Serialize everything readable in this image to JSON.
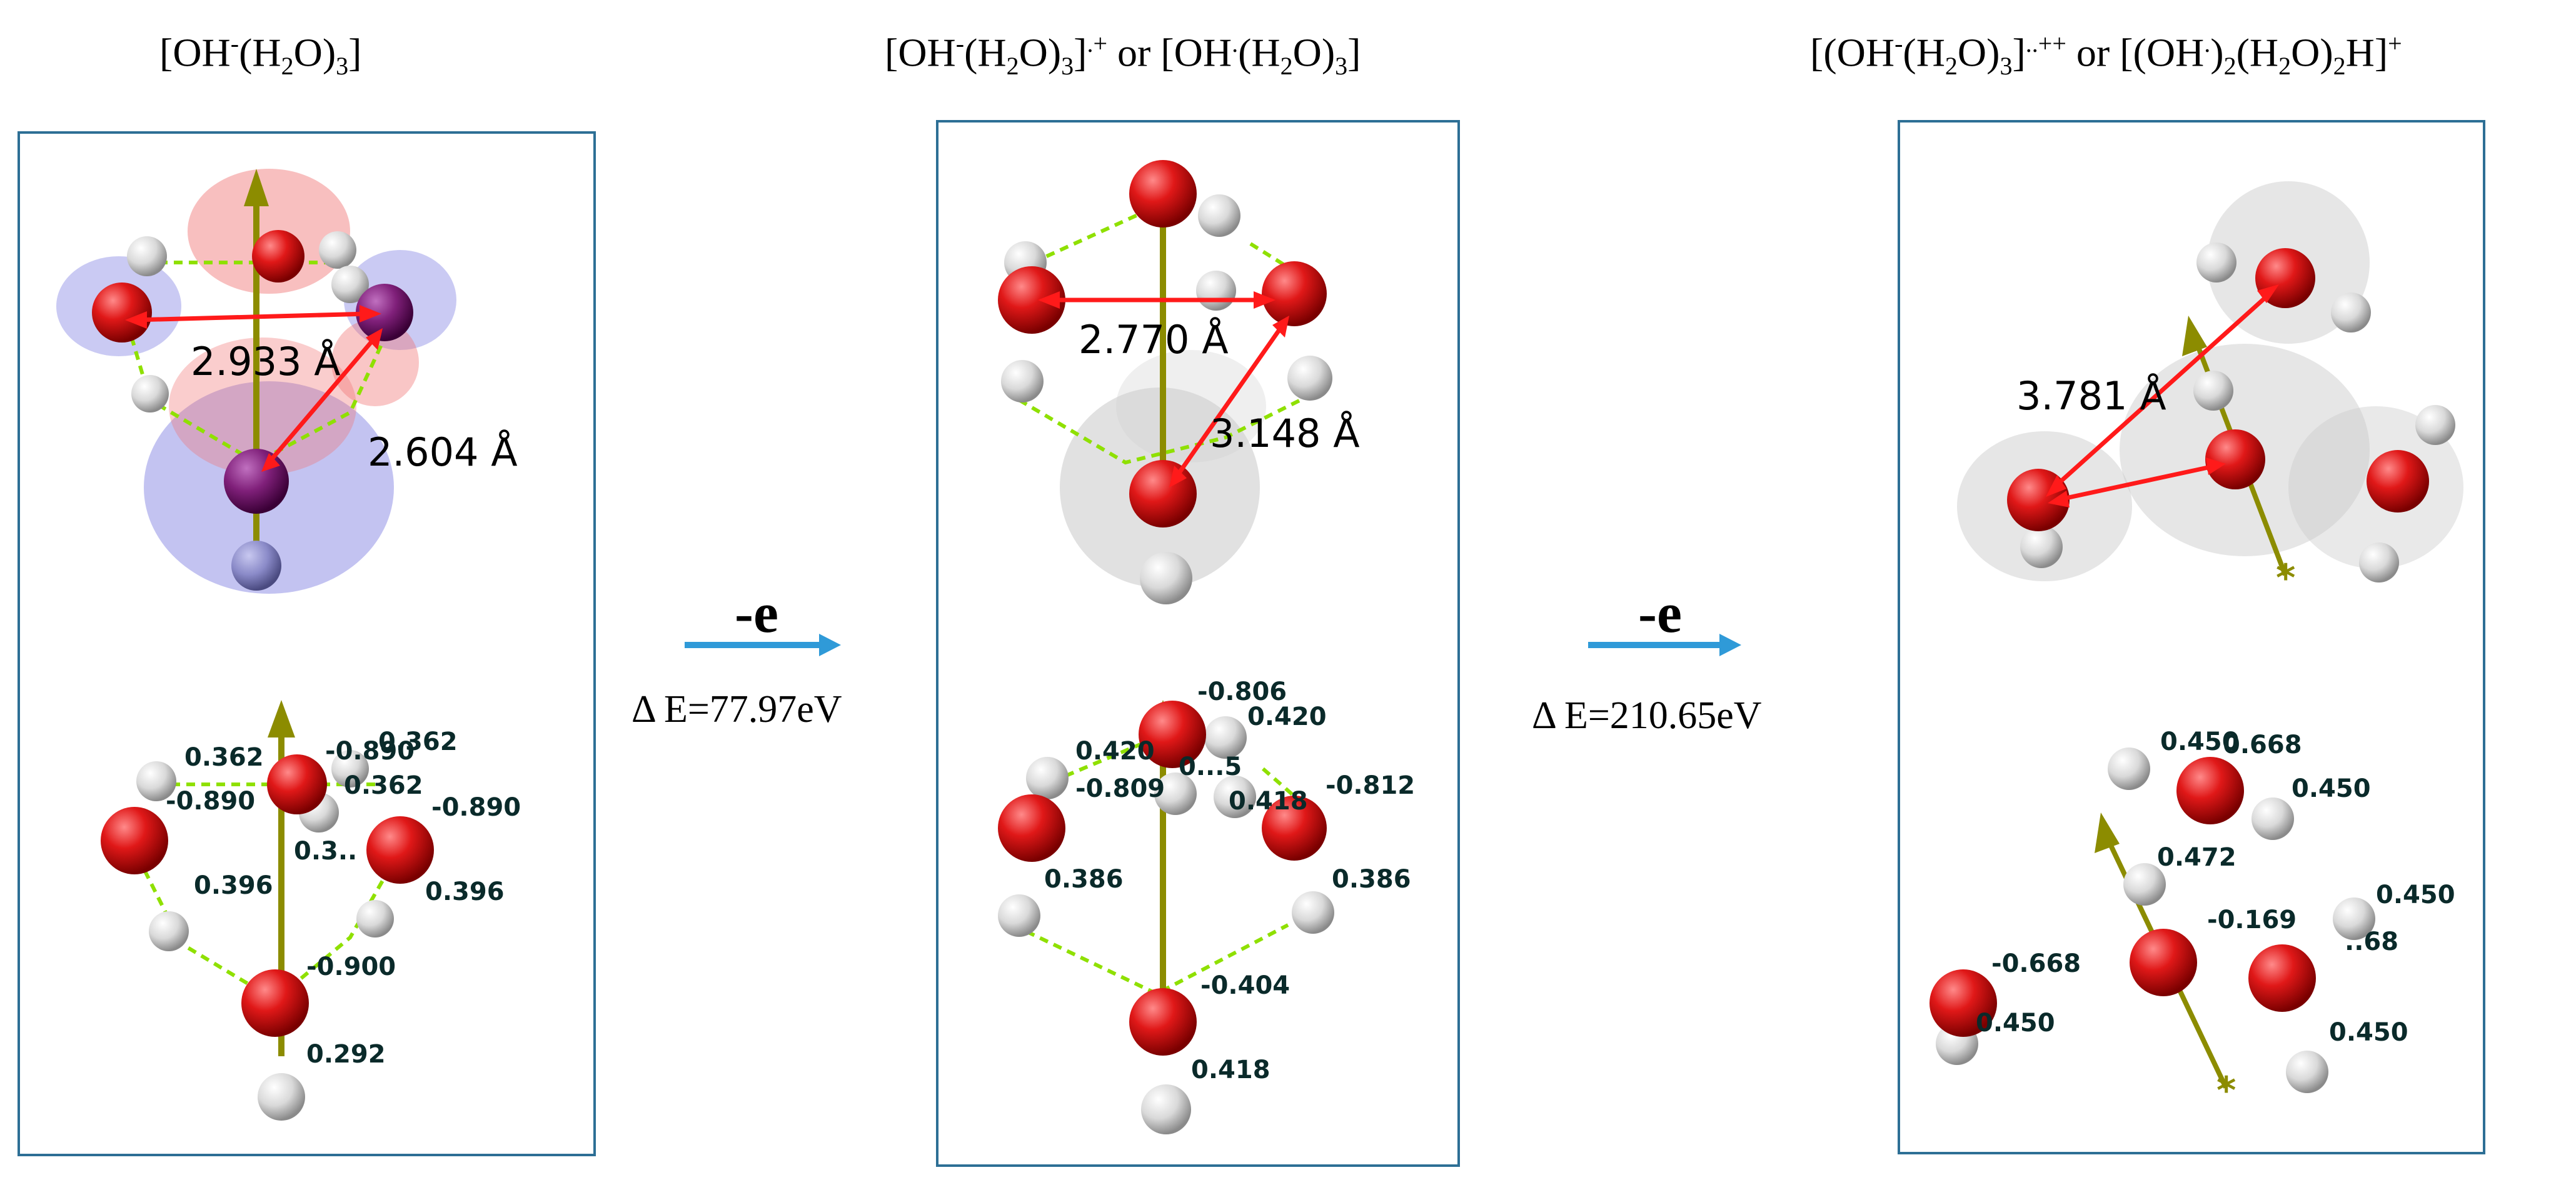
{
  "titles": {
    "panel1": {
      "a": "[OH",
      "b": "-",
      "c": "(H",
      "d": "2",
      "e": "O)",
      "f": "3",
      "g": "]"
    },
    "panel2": {
      "a": "[OH",
      "b": "-",
      "c": "(H",
      "d": "2",
      "e": "O)",
      "f": "3",
      "g": "]",
      "h": ".+",
      "i": " or [OH",
      "j": ".",
      "k": "(H",
      "l": "2",
      "m": "O)",
      "n": "3",
      "o": "]"
    },
    "panel3": {
      "a": "[(OH",
      "b": "-",
      "c": "(H",
      "d": "2",
      "e": "O)",
      "f": "3",
      "g": "]",
      "h": "..++",
      "i": " or [(OH",
      "j": ".",
      "k": ")",
      "l": "2",
      "m": "(H",
      "n": "2",
      "o": "O)",
      "p": "2",
      "q": "H]",
      "r": "+"
    }
  },
  "steps": [
    {
      "label": "-e",
      "energy": "Δ E=77.97eV"
    },
    {
      "label": "-e",
      "energy": "Δ E=210.65eV"
    }
  ],
  "distances": {
    "panel1": [
      "2.933 Å",
      "2.604 Å"
    ],
    "panel2": [
      "2.770 Å",
      "3.148 Å"
    ],
    "panel3": [
      "3.781 Å"
    ]
  },
  "charges": {
    "panel1": [
      "0.362",
      "-0.890",
      "0.362",
      "0.362",
      "-0.890",
      "-0.890",
      "0.396",
      "0.3..",
      "0.396",
      "-0.900",
      "0.292"
    ],
    "panel2": [
      "-0.806",
      "0.420",
      "0.420",
      "-0.809",
      "0...5",
      "0.418",
      "-0.812",
      "0.386",
      "0.386",
      "-0.404",
      "0.418"
    ],
    "panel3": [
      "0.450",
      "0.668",
      "0.450",
      "0.472",
      "-0.169",
      "0.450",
      "-0.668",
      "..68",
      "0.450",
      "0.450"
    ]
  },
  "colors": {
    "panel_border": "#2d6f95",
    "arrow": "#2f9ad8",
    "oxygen": "#e01818",
    "hydrogen": "#d9d9d9",
    "dipole": "#8c8c00",
    "hbond": "#8fe000",
    "distance": "#ff1a1a"
  }
}
